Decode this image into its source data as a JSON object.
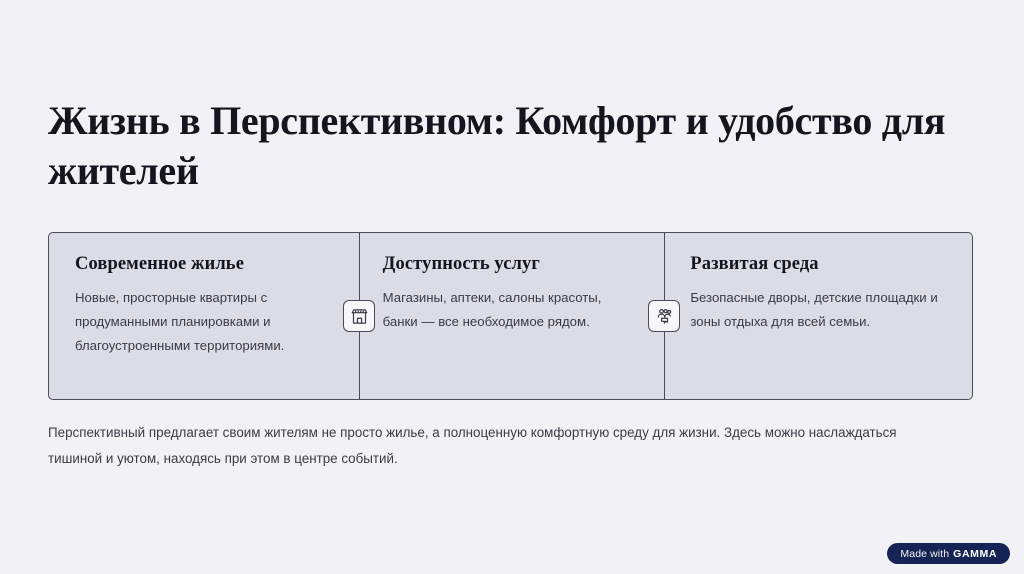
{
  "slide": {
    "background_color": "#f2f2f6",
    "title": "Жизнь в Перспективном: Комфорт и удобство для жителей",
    "card_band_color": "#dcdce6",
    "border_color": "#4b4b5c",
    "cards": [
      {
        "title": "Современное жилье",
        "body": "Новые, просторные квартиры с продуманными планировками и благоустроенными территориями."
      },
      {
        "title": "Доступность услуг",
        "body": "Магазины, аптеки, салоны красоты, банки — все необходимое рядом."
      },
      {
        "title": "Развитая среда",
        "body": "Безопасные дворы, детские площадки и зоны отдыха для всей семьи."
      }
    ],
    "connector_icons": [
      {
        "name": "storefront-icon",
        "label": "storefront"
      },
      {
        "name": "people-group-icon",
        "label": "people-group"
      }
    ],
    "footer_text": "Перспективный предлагает своим жителям не просто жилье, а полноценную комфортную среду для жизни. Здесь можно наслаждаться тишиной и уютом, находясь при этом в центре событий.",
    "badge": {
      "made_with": "Made with",
      "brand": "GAMMA",
      "background_color": "#152454",
      "text_color": "#ffffff"
    }
  }
}
